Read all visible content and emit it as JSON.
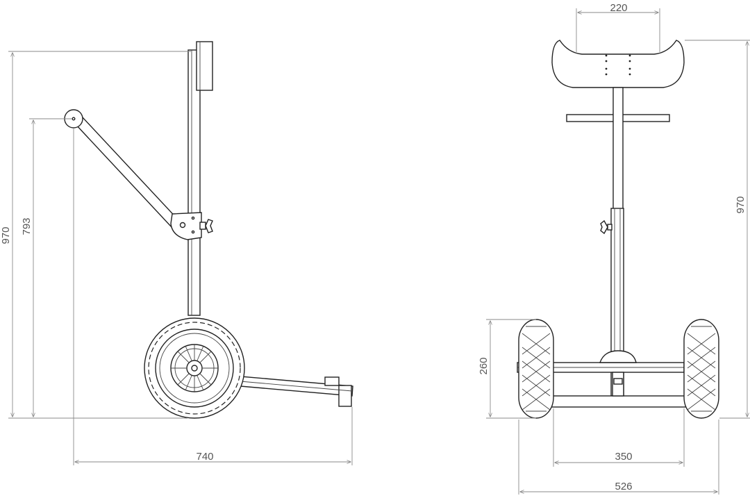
{
  "side_view": {
    "overall_height_label": "970",
    "handle_height_label": "793",
    "length_label": "740"
  },
  "front_view": {
    "saddle_width_label": "220",
    "overall_height_label": "970",
    "wheel_diameter_label": "260",
    "inner_track_label": "350",
    "overall_width_label": "526"
  },
  "colors": {
    "line": "#222222",
    "dimension": "#8a8a8a",
    "text": "#555555",
    "background": "#ffffff"
  }
}
